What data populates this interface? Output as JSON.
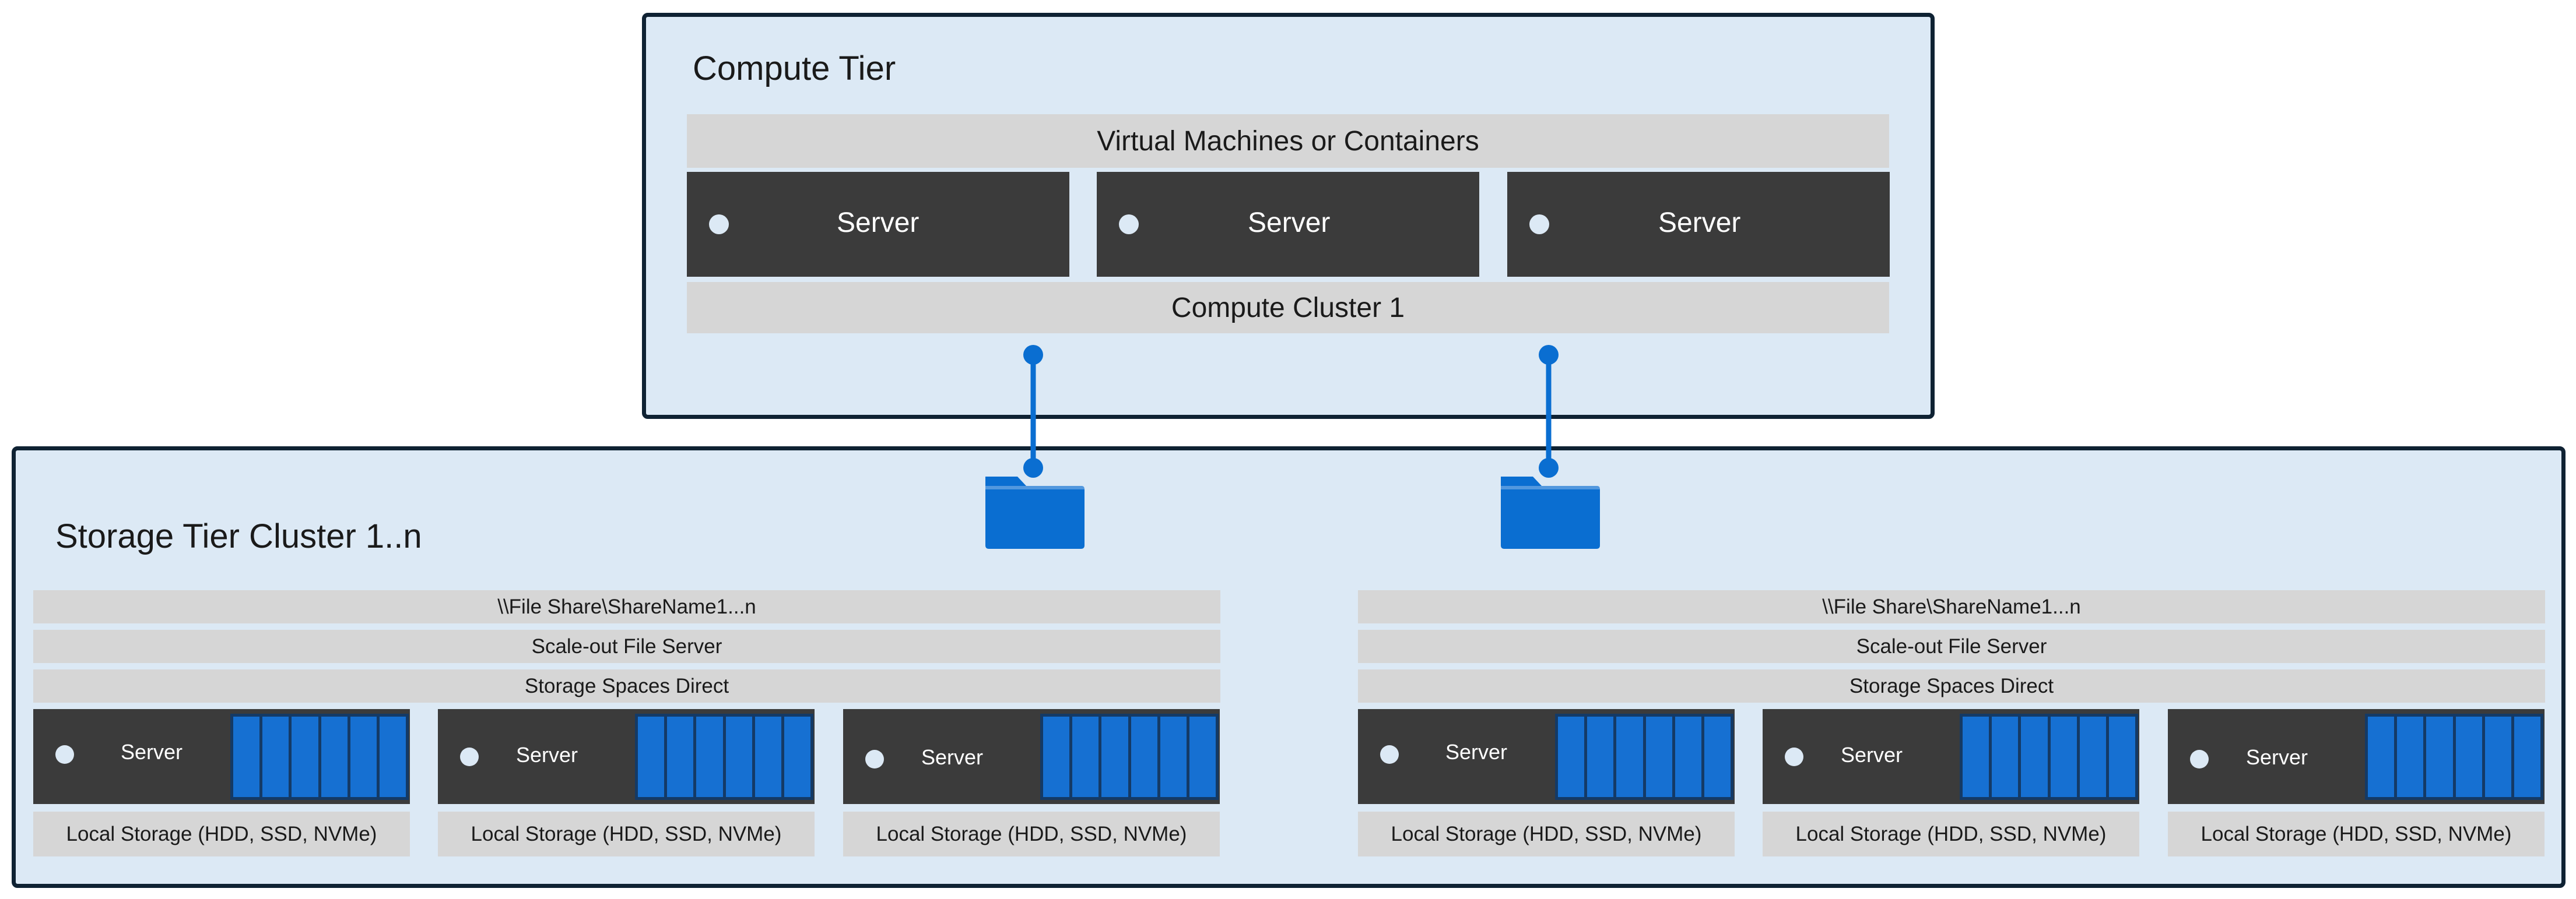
{
  "colors": {
    "panel_fill": "#dce9f5",
    "panel_border": "#0f2233",
    "bar_fill": "#d6d6d6",
    "server_fill": "#3b3b3b",
    "drive_fill": "#1670d2",
    "connector": "#0a6ed1"
  },
  "compute": {
    "title": "Compute Tier",
    "vm_label": "Virtual Machines or Containers",
    "servers": [
      "Server",
      "Server",
      "Server"
    ],
    "cluster_label": "Compute Cluster 1"
  },
  "storage": {
    "title": "Storage Tier Cluster 1..n",
    "clusters": [
      {
        "share_label": "\\\\File Share\\ShareName1...n",
        "sofs_label": "Scale-out File Server",
        "s2d_label": "Storage Spaces Direct",
        "nodes": [
          {
            "server": "Server",
            "local_storage": "Local Storage (HDD, SSD, NVMe)"
          },
          {
            "server": "Server",
            "local_storage": "Local Storage (HDD, SSD, NVMe)"
          },
          {
            "server": "Server",
            "local_storage": "Local Storage (HDD, SSD, NVMe)"
          }
        ]
      },
      {
        "share_label": "\\\\File Share\\ShareName1...n",
        "sofs_label": "Scale-out File Server",
        "s2d_label": "Storage Spaces Direct",
        "nodes": [
          {
            "server": "Server",
            "local_storage": "Local Storage (HDD, SSD, NVMe)"
          },
          {
            "server": "Server",
            "local_storage": "Local Storage (HDD, SSD, NVMe)"
          },
          {
            "server": "Server",
            "local_storage": "Local Storage (HDD, SSD, NVMe)"
          }
        ]
      }
    ]
  },
  "icons": [
    "folder-icon",
    "folder-icon"
  ]
}
